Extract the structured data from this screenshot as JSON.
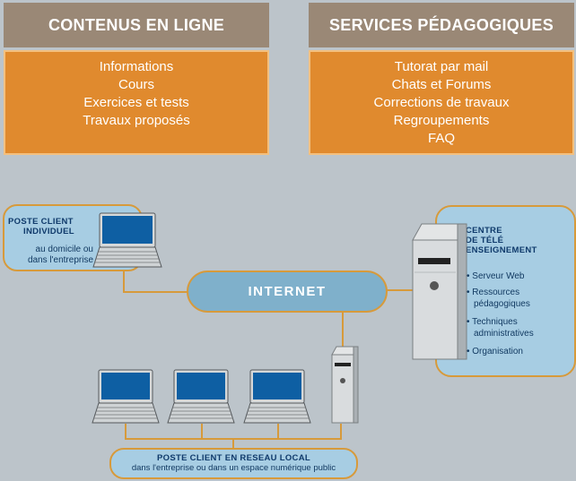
{
  "contenus": {
    "title": "CONTENUS EN LIGNE",
    "items": [
      "Informations",
      "Cours",
      "Exercices et tests",
      "Travaux proposés"
    ]
  },
  "services": {
    "title": "SERVICES PÉDAGOGIQUES",
    "items": [
      "Tutorat par mail",
      "Chats et Forums",
      "Corrections de travaux",
      "Regroupements",
      "FAQ"
    ]
  },
  "poste_client": {
    "title_line1": "POSTE CLIENT",
    "title_line2": "INDIVIDUEL",
    "sub_line1": "au domicile ou",
    "sub_line2": "dans l'entreprise"
  },
  "internet": {
    "label": "INTERNET"
  },
  "centre": {
    "title_line1": "CENTRE",
    "title_line2": "DE TÉLÉ",
    "title_line3": "ENSEIGNEMENT",
    "items": [
      "• Serveur Web",
      "• Ressources",
      "pédagogiques",
      "• Techniques",
      "administratives",
      "• Organisation"
    ]
  },
  "reseau_local": {
    "title": "POSTE CLIENT EN RESEAU LOCAL",
    "subtitle": "dans l'entreprise ou dans un espace numérique public"
  },
  "colors": {
    "background": "#bcc4ca",
    "panel_header": "#9a8876",
    "panel_body": "#e08a2e",
    "bubble": "#a7cde3",
    "connector": "#d79a3b",
    "text_dark_blue": "#0f3a6b"
  }
}
